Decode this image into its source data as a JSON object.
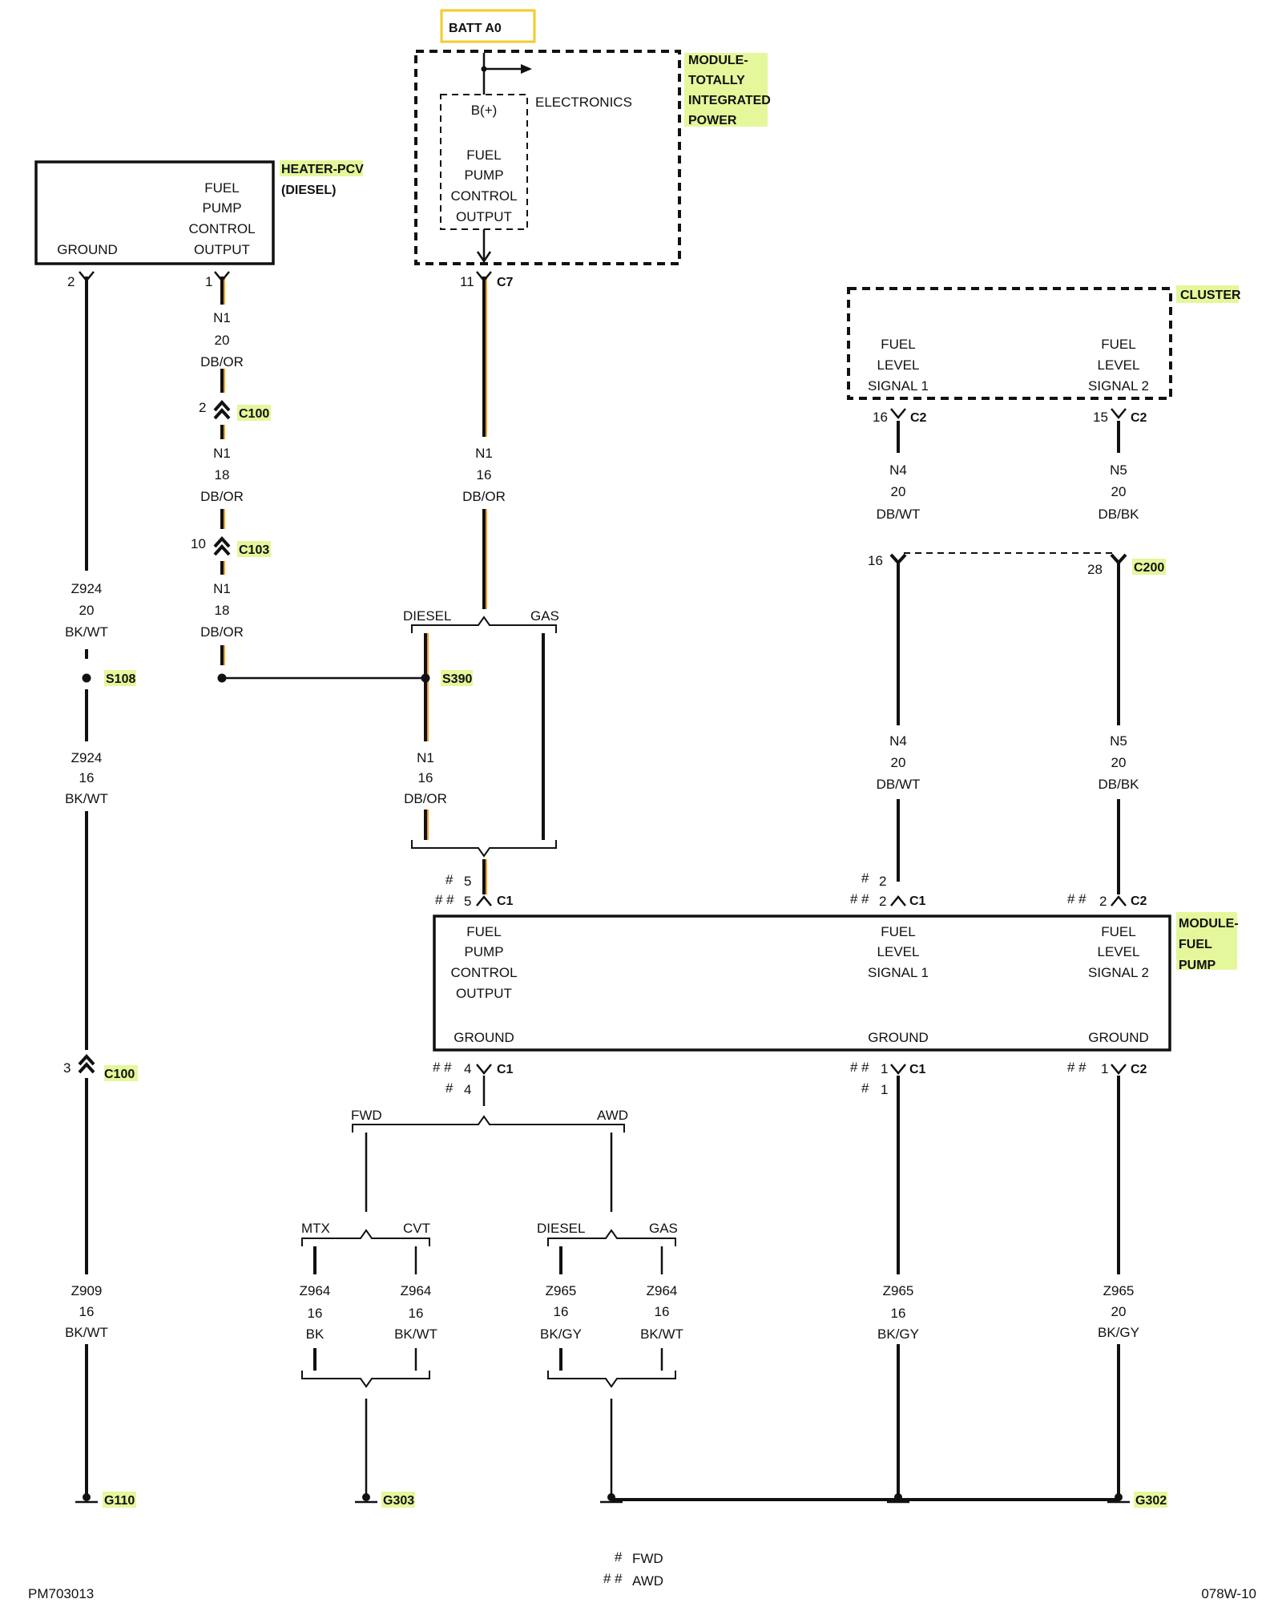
{
  "diagram": {
    "batt": "BATT A0",
    "modules": {
      "tipm": {
        "name": [
          "MODULE-",
          "TOTALLY",
          "INTEGRATED",
          "POWER"
        ],
        "electronics": "ELECTRONICS",
        "bplus": "B(+)",
        "output": [
          "FUEL",
          "PUMP",
          "CONTROL",
          "OUTPUT"
        ]
      },
      "pcv": {
        "name": [
          "HEATER-PCV",
          "(DIESEL)"
        ],
        "ground": "GROUND",
        "output": [
          "FUEL",
          "PUMP",
          "CONTROL",
          "OUTPUT"
        ]
      },
      "cluster": {
        "name": "CLUSTER",
        "sig1": [
          "FUEL",
          "LEVEL",
          "SIGNAL 1"
        ],
        "sig2": [
          "FUEL",
          "LEVEL",
          "SIGNAL 2"
        ]
      },
      "fuel_pump": {
        "name": [
          "MODULE-",
          "FUEL",
          "PUMP"
        ],
        "output": [
          "FUEL",
          "PUMP",
          "CONTROL",
          "OUTPUT"
        ],
        "sig1": [
          "FUEL",
          "LEVEL",
          "SIGNAL 1"
        ],
        "sig2": [
          "FUEL",
          "LEVEL",
          "SIGNAL 2"
        ],
        "ground": "GROUND"
      }
    },
    "connectors": {
      "c7": "C7",
      "c2": "C2",
      "c100": "C100",
      "c103": "C103",
      "c200": "C200",
      "c1": "C1",
      "s108": "S108",
      "s390": "S390"
    },
    "pins": {
      "pcv_ground": "2",
      "pcv_out": "1",
      "tipm_out": "11",
      "cl_sig1": "16",
      "cl_sig2": "15",
      "c100_n1": "2",
      "c103_n1": "10",
      "c200_n4": "16",
      "c200_n5": "28",
      "c100_z": "3",
      "fp_out_a": "5",
      "fp_out_b": "5",
      "fp_sig1_a": "2",
      "fp_sig1_b": "2",
      "fp_sig2": "2",
      "fp_gnd_a": "4",
      "fp_gnd_b": "4",
      "fp_gnd1_a": "1",
      "fp_gnd1_b": "1",
      "fp_gnd2": "1"
    },
    "marks": {
      "single": "#",
      "double": "# #"
    },
    "wires": {
      "n1_20": [
        "N1",
        "20",
        "DB/OR"
      ],
      "n1_18a": [
        "N1",
        "18",
        "DB/OR"
      ],
      "n1_18b": [
        "N1",
        "18",
        "DB/OR"
      ],
      "n1_16a": [
        "N1",
        "16",
        "DB/OR"
      ],
      "n1_16b": [
        "N1",
        "16",
        "DB/OR"
      ],
      "z924_20": [
        "Z924",
        "20",
        "BK/WT"
      ],
      "z924_16": [
        "Z924",
        "16",
        "BK/WT"
      ],
      "z909": [
        "Z909",
        "16",
        "BK/WT"
      ],
      "n4_a": [
        "N4",
        "20",
        "DB/WT"
      ],
      "n4_b": [
        "N4",
        "20",
        "DB/WT"
      ],
      "n5_a": [
        "N5",
        "20",
        "DB/BK"
      ],
      "n5_b": [
        "N5",
        "20",
        "DB/BK"
      ],
      "z964_bk": [
        "Z964",
        "16",
        "BK"
      ],
      "z964_wt": [
        "Z964",
        "16",
        "BK/WT"
      ],
      "z965_gy": [
        "Z965",
        "16",
        "BK/GY"
      ],
      "z964_wt2": [
        "Z964",
        "16",
        "BK/WT"
      ],
      "z965_16": [
        "Z965",
        "16",
        "BK/GY"
      ],
      "z965_20": [
        "Z965",
        "20",
        "BK/GY"
      ]
    },
    "branches": {
      "diesel": "DIESEL",
      "gas": "GAS",
      "fwd": "FWD",
      "awd": "AWD",
      "mtx": "MTX",
      "cvt": "CVT",
      "diesel2": "DIESEL",
      "gas2": "GAS"
    },
    "grounds": {
      "g110": "G110",
      "g303": "G303",
      "g302": "G302"
    },
    "legend": {
      "fwd": "FWD",
      "awd": "AWD"
    },
    "footer": {
      "left": "PM703013",
      "right": "078W-10"
    }
  }
}
